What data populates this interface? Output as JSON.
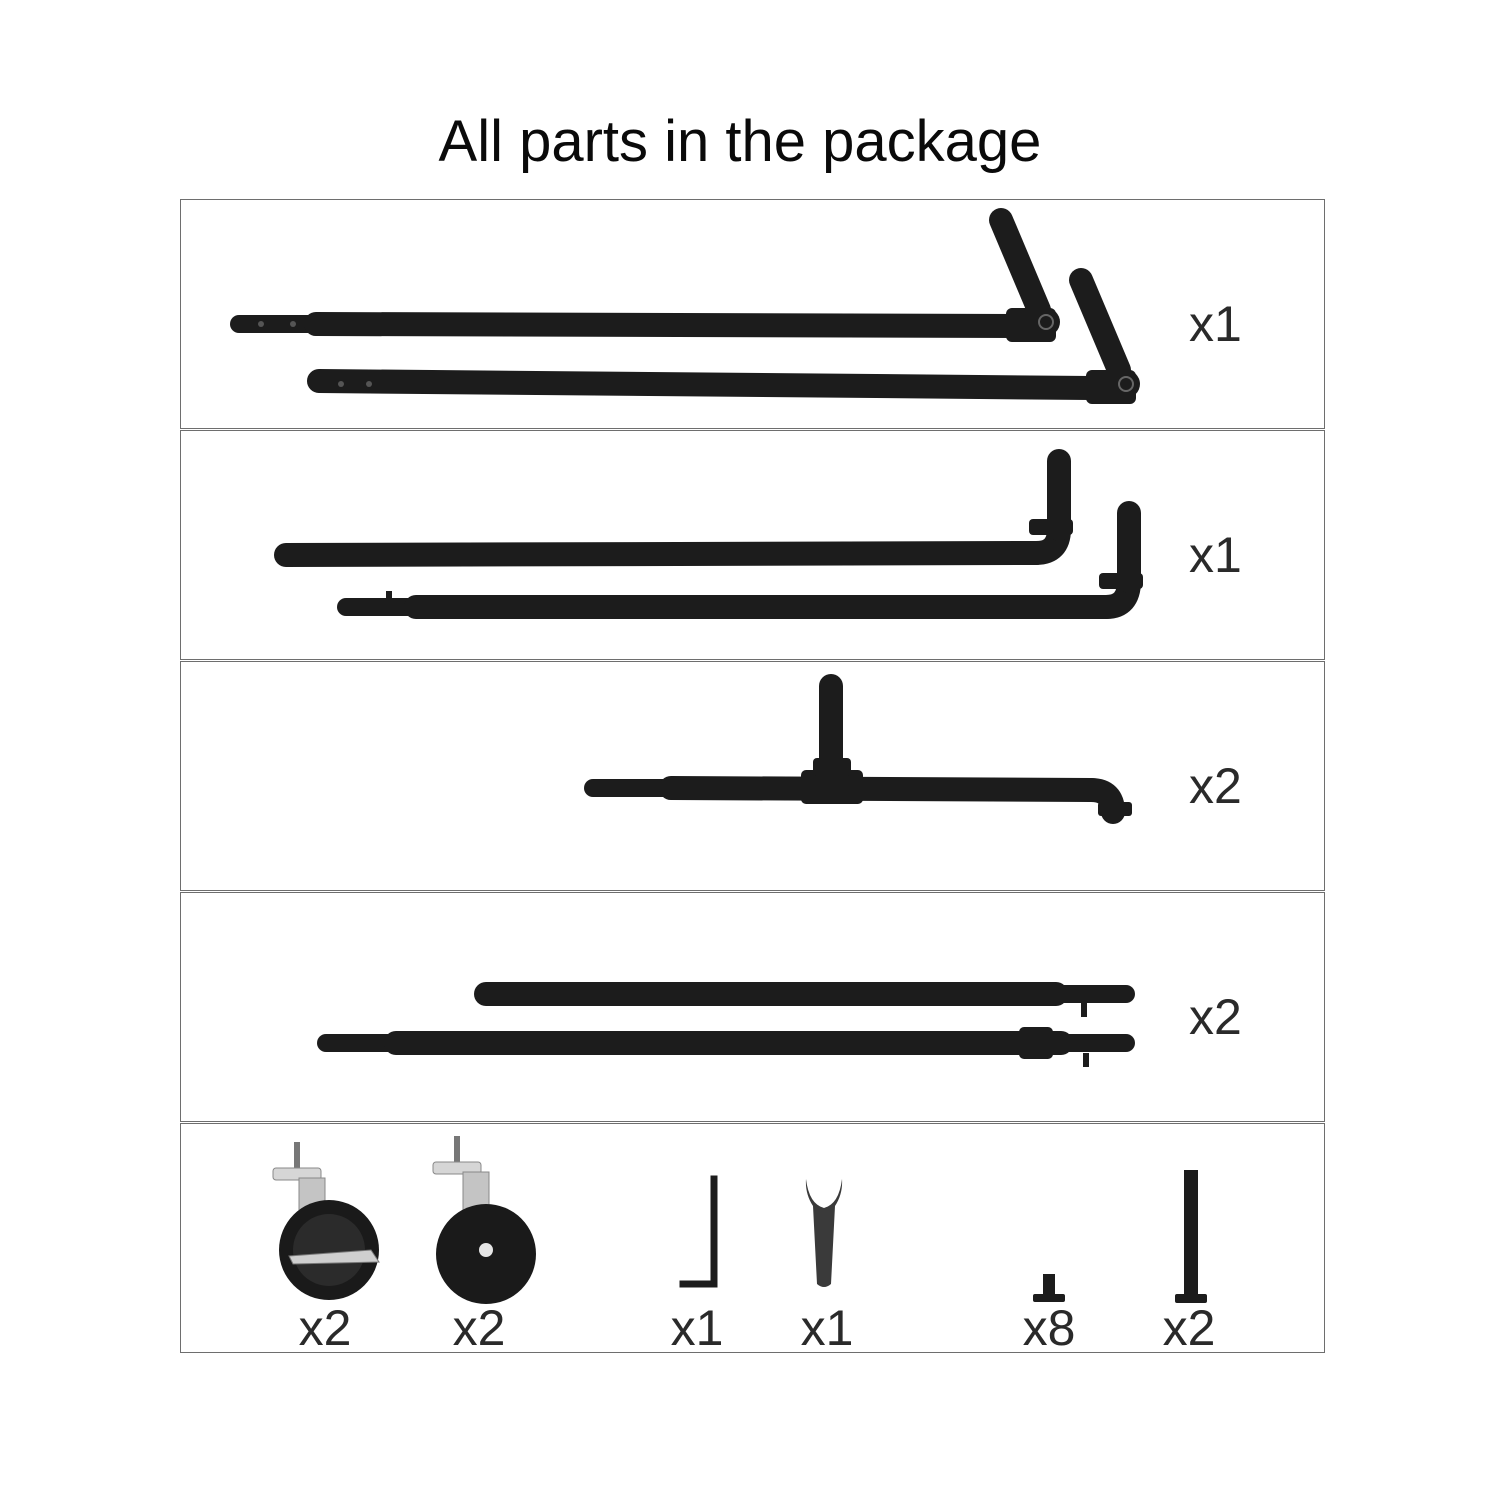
{
  "title": "All parts in the package",
  "rows": [
    {
      "item": "pipe-with-hinge-joint",
      "quantity": "x1"
    },
    {
      "item": "pipe-with-elbow",
      "quantity": "x1"
    },
    {
      "item": "pipe-with-tee",
      "quantity": "x2"
    },
    {
      "item": "straight-pipe",
      "quantity": "x2"
    }
  ],
  "small_parts": [
    {
      "item": "caster-wheel-with-brake",
      "quantity": "x2"
    },
    {
      "item": "caster-wheel",
      "quantity": "x2"
    },
    {
      "item": "allen-key",
      "quantity": "x1"
    },
    {
      "item": "wrench",
      "quantity": "x1"
    },
    {
      "item": "short-screw",
      "quantity": "x8"
    },
    {
      "item": "long-bolt",
      "quantity": "x2"
    }
  ],
  "colors": {
    "pipe": "#1c1c1c",
    "border": "#6e6e6e",
    "text": "#2a2a2a"
  }
}
